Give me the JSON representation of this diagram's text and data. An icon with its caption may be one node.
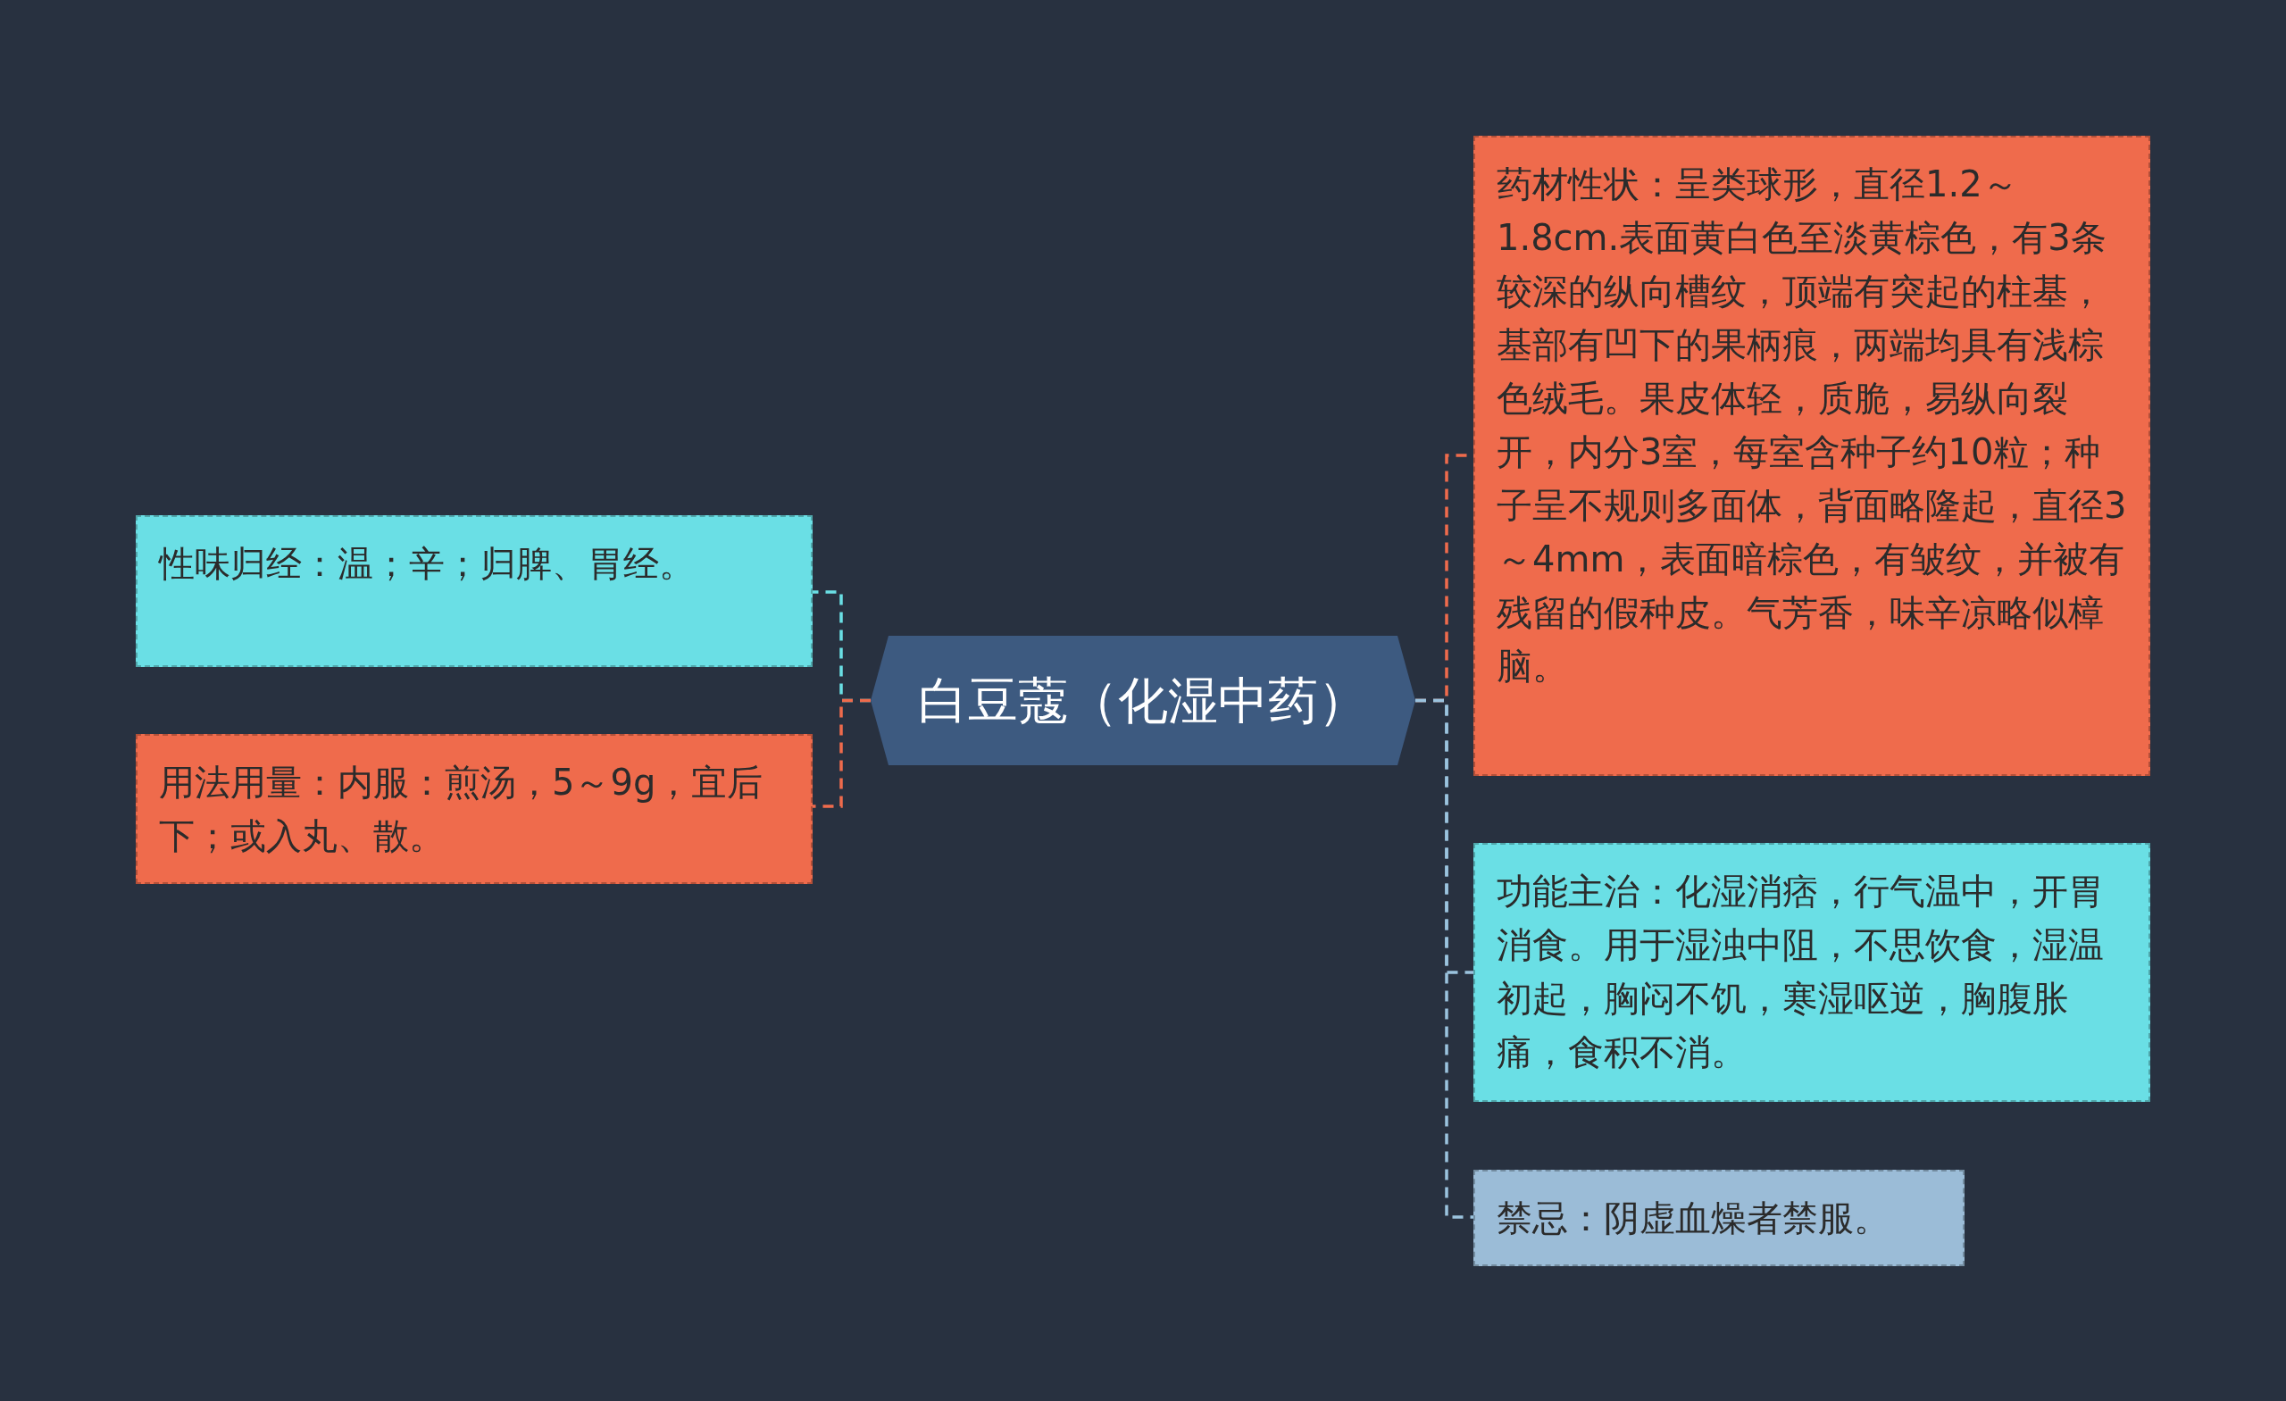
{
  "diagram": {
    "nodes": [
      {
        "text": [
          "白豆蔻（化湿中药）"
        ]
      },
      {
        "text": [
          "性味归经：温；辛；归脾、胃经。"
        ]
      },
      {
        "text": [
          "用法用量：内服：煎汤，5～9g，宜后下；或入丸、散。"
        ]
      },
      {
        "text": [
          "药材性状：呈类球形，直径1.2～1.8cm.表面黄白色至淡黄棕色，有3条较深的纵向槽纹，顶端有突起的柱基，基部有凹下的果柄痕，两端均具有浅棕色绒毛。果皮体轻，质脆，易纵向裂开，内分3室，每室含种子约10粒；种子呈不规则多面体，背面略隆起，直径3～4mm，表面暗棕色，有皱纹，并被有残留的假种皮。气芳香，味辛凉略似樟脑。"
        ]
      },
      {
        "text": [
          "功能主治：化湿消痞，行气温中，开胃消食。用于湿浊中阻，不思饮食，湿温初起，胸闷不饥，寒湿呕逆，胸腹胀痛，食积不消。"
        ]
      },
      {
        "text": [
          "禁忌：阴虚血燥者禁服。"
        ]
      }
    ],
    "edges": [
      {
        "from": 0,
        "to": 1,
        "arrow": "none",
        "style": "dashed",
        "color": "#6adfe5"
      },
      {
        "from": 0,
        "to": 2,
        "arrow": "none",
        "style": "dashed",
        "color": "#ef6b4c"
      },
      {
        "from": 0,
        "to": 3,
        "arrow": "none",
        "style": "dashed",
        "color": "#ef6b4c"
      },
      {
        "from": 0,
        "to": 4,
        "arrow": "none",
        "style": "dashed",
        "color": "#9bc3de"
      },
      {
        "from": 0,
        "to": 5,
        "arrow": "none",
        "style": "dashed",
        "color": "#9bc3de"
      }
    ]
  }
}
